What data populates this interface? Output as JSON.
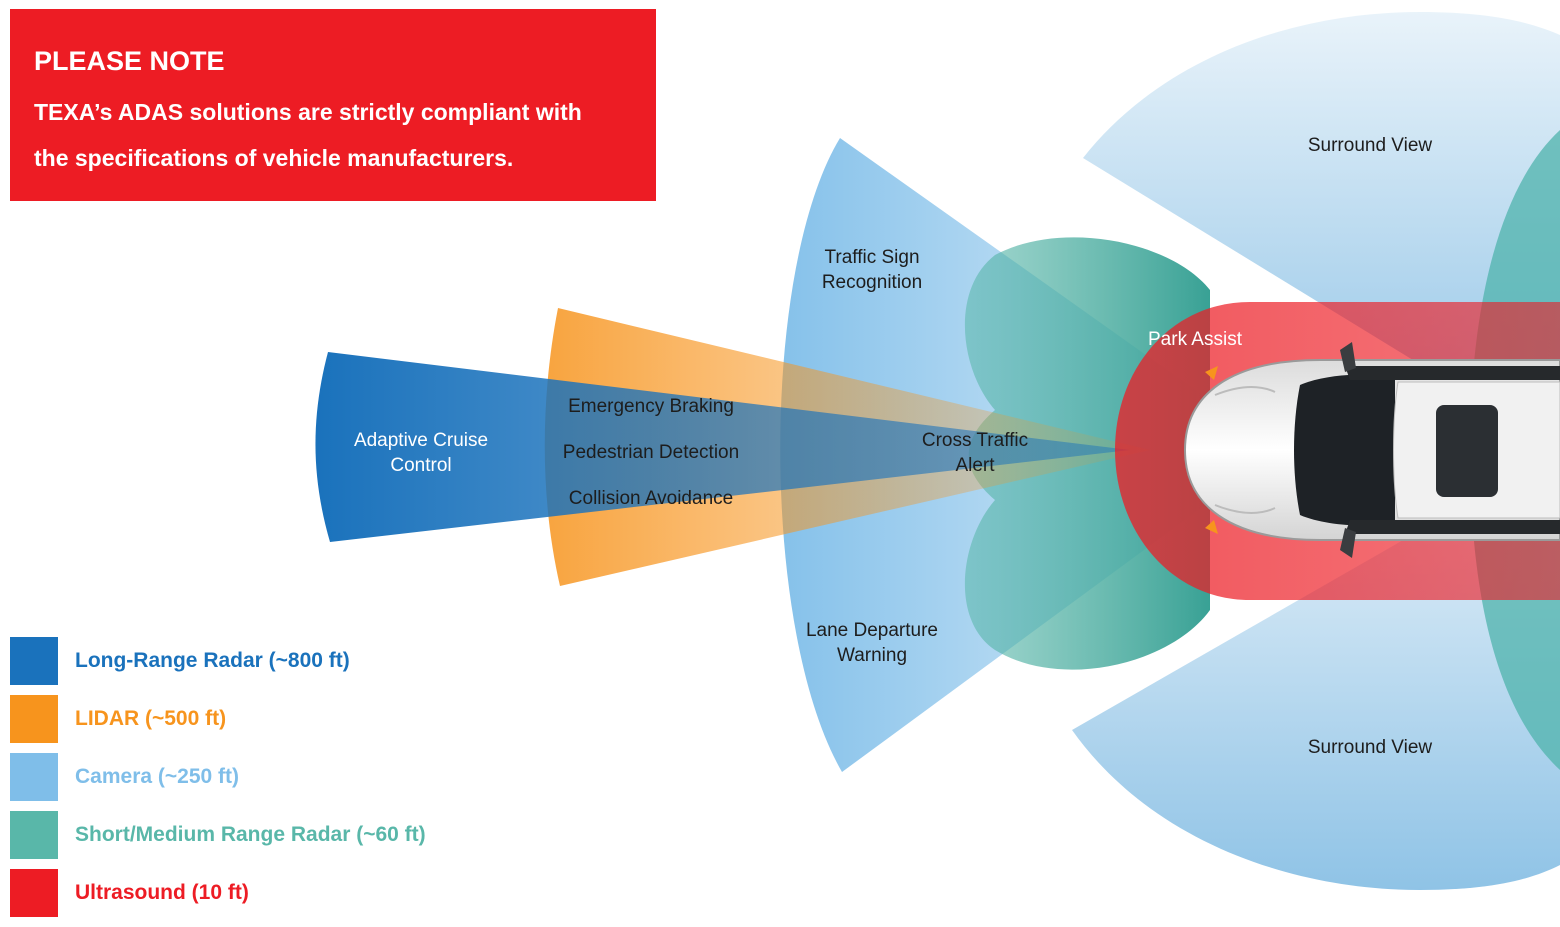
{
  "note": {
    "title": "PLEASE NOTE",
    "line1": "TEXA’s ADAS solutions are strictly compliant with",
    "line2": "the specifications of vehicle manufacturers."
  },
  "labels": {
    "adaptive_cruise_1": "Adaptive Cruise",
    "adaptive_cruise_2": "Control",
    "emergency_braking": "Emergency Braking",
    "pedestrian_detection": "Pedestrian Detection",
    "collision_avoidance": "Collision Avoidance",
    "traffic_sign_1": "Traffic Sign",
    "traffic_sign_2": "Recognition",
    "lane_departure_1": "Lane Departure",
    "lane_departure_2": "Warning",
    "cross_traffic_1": "Cross Traffic",
    "cross_traffic_2": "Alert",
    "park_assist": "Park Assist",
    "surround_view_top": "Surround View",
    "surround_view_bottom": "Surround View"
  },
  "legend": [
    {
      "label": "Long-Range Radar (~800 ft)",
      "color": "#1A72BC"
    },
    {
      "label": "LIDAR (~500 ft)",
      "color": "#F7941D"
    },
    {
      "label": "Camera (~250 ft)",
      "color": "#7FBEE9"
    },
    {
      "label": "Short/Medium Range Radar (~60 ft)",
      "color": "#59B7A9"
    },
    {
      "label": "Ultrasound (10 ft)",
      "color": "#ED1C24"
    }
  ]
}
